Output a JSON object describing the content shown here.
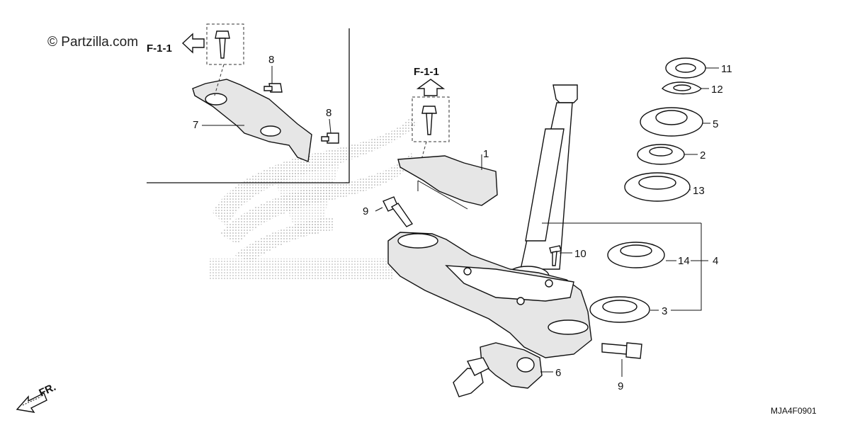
{
  "watermark": "© Partzilla.com",
  "diagram_code": "MJA4F0901",
  "direction_label": "FR.",
  "ref_labels": {
    "inset": "F-1-1",
    "main": "F-1-1"
  },
  "callouts": [
    {
      "id": "1",
      "text": "1"
    },
    {
      "id": "2",
      "text": "2"
    },
    {
      "id": "3",
      "text": "3"
    },
    {
      "id": "4",
      "text": "4"
    },
    {
      "id": "5",
      "text": "5"
    },
    {
      "id": "6",
      "text": "6"
    },
    {
      "id": "7",
      "text": "7"
    },
    {
      "id": "8a",
      "text": "8"
    },
    {
      "id": "8b",
      "text": "8"
    },
    {
      "id": "9a",
      "text": "9"
    },
    {
      "id": "9b",
      "text": "9"
    },
    {
      "id": "10",
      "text": "10"
    },
    {
      "id": "11",
      "text": "11"
    },
    {
      "id": "12",
      "text": "12"
    },
    {
      "id": "13",
      "text": "13"
    },
    {
      "id": "14",
      "text": "14"
    }
  ],
  "colors": {
    "ink": "#111111",
    "halftone": "#9a9a9a",
    "paper": "#ffffff"
  }
}
